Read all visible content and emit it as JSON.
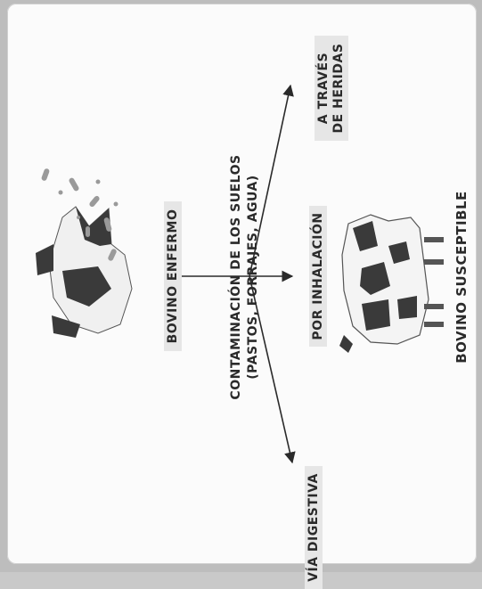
{
  "labels": {
    "sick_cow": "BOVINO ENFERMO",
    "contamination_line1": "CONTAMINACIÓN DE LOS SUELOS",
    "contamination_line2": "(PASTOS, FORRAJES, AGUA)",
    "digestive": "VÍA DIGESTIVA",
    "inhalation": "POR INHALACIÓN",
    "wounds_line1": "A TRAVÉS",
    "wounds_line2": "DE HERIDAS",
    "susceptible_cow": "BOVINO SUSCEPTIBLE"
  },
  "icons": {
    "sick_cow": "sick-cow-illustration",
    "susceptible_cow": "healthy-cow-illustration",
    "bacteria": "bacteria-spores"
  },
  "colors": {
    "ink": "#2a2a2a",
    "label_bg": "#e6e6e6",
    "cow_dark": "#3a3a3a"
  }
}
